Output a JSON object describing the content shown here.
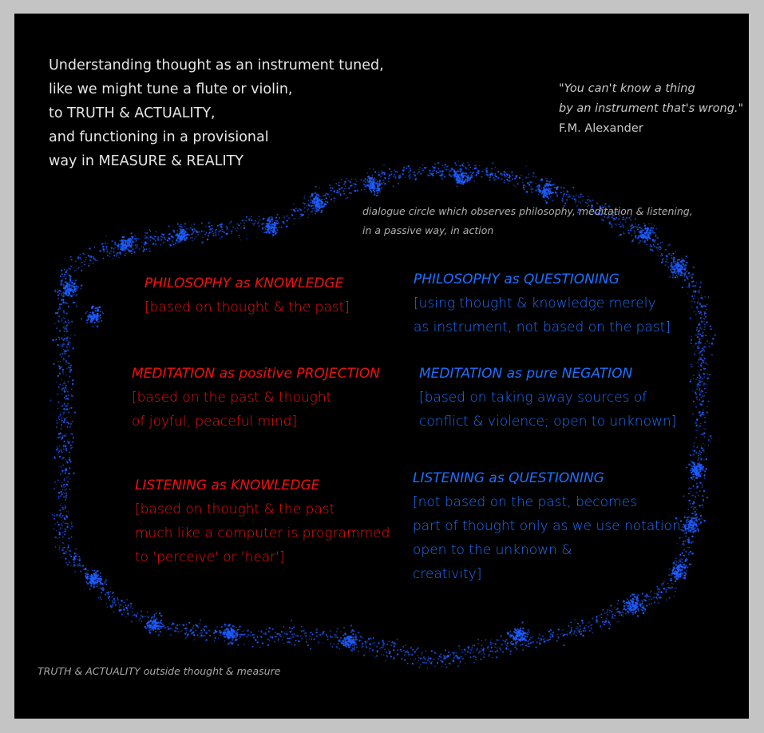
{
  "intro": {
    "lines": [
      "Understanding thought as an instrument tuned,",
      "like we might tune a flute or violin,",
      "to TRUTH & ACTUALITY,",
      "and functioning in a provisional",
      "way in MEASURE & REALITY"
    ]
  },
  "quote": {
    "line1": "\"You can't know a thing",
    "line2": "by an instrument that's wrong.\"",
    "author": "F.M. Alexander"
  },
  "circle_note": {
    "line1": "dialogue circle which observes philosophy, meditation & listening,",
    "line2": "in a passive way, in action"
  },
  "colors": {
    "knowledge": "#ee1111",
    "questioning": "#1f6fff",
    "circle": "#1e5cff",
    "background": "#000000",
    "frame": "#c4c4c4"
  },
  "sections": {
    "philosophy_knowledge": {
      "heading": "PHILOSOPHY as KNOWLEDGE",
      "body": [
        "[based on thought & the past]"
      ]
    },
    "philosophy_questioning": {
      "heading": "PHILOSOPHY as QUESTIONING",
      "body": [
        "[using thought & knowledge merely",
        "as instrument, not based on the past]"
      ]
    },
    "meditation_projection": {
      "heading": "MEDITATION as positive PROJECTION",
      "body": [
        "[based on the past & thought",
        "of joyful, peaceful mind]"
      ]
    },
    "meditation_negation": {
      "heading": "MEDITATION as pure NEGATION",
      "body": [
        "[based on taking away sources of",
        "conflict & violence; open to unknown]"
      ]
    },
    "listening_knowledge": {
      "heading": "LISTENING as KNOWLEDGE",
      "body": [
        "[based on thought & the past",
        "much like a computer is programmed",
        "to 'perceive' or 'hear']"
      ]
    },
    "listening_questioning": {
      "heading": "LISTENING as QUESTIONING",
      "body": [
        "[not based on the past, becomes",
        "part of thought only as we use notation;",
        "open to the unknown &",
        "creativity]"
      ]
    }
  },
  "footer": {
    "emphasis": "TRUTH & ACTUALITY",
    "rest": " outside thought & measure"
  }
}
